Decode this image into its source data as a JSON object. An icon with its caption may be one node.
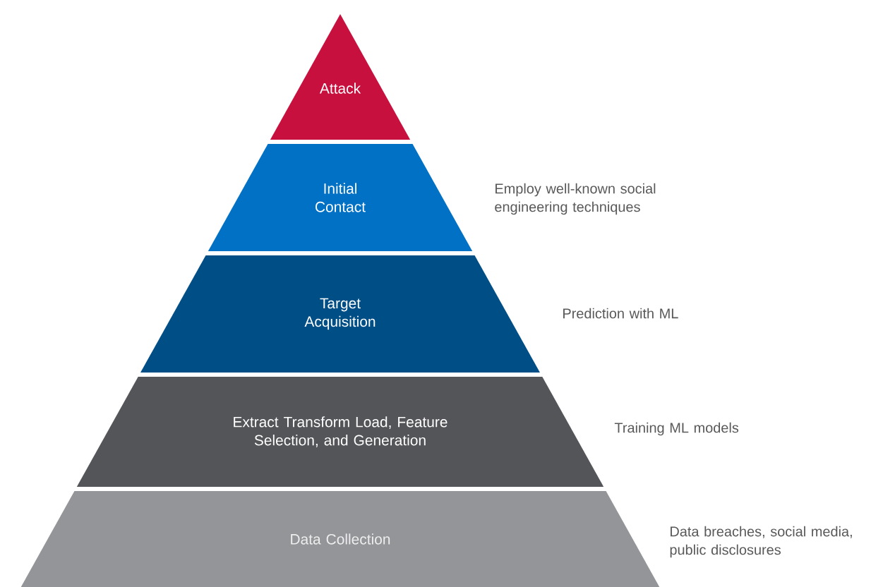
{
  "diagram": {
    "nodes": [
      {
        "text": [
          "Attack"
        ]
      },
      {
        "text": [
          "Initial Contact"
        ],
        "beside": [
          "Employ well-known social engineering techniques"
        ]
      },
      {
        "text": [
          "Target Acquisition"
        ],
        "beside": [
          "Prediction with ML"
        ]
      },
      {
        "text": [
          "Extract Transform Load, Feature Selection, and Generation"
        ],
        "beside": [
          "Training ML models"
        ]
      },
      {
        "text": [
          "Data Collection"
        ],
        "beside": [
          "Data breaches, social media, public disclosures"
        ]
      }
    ]
  }
}
